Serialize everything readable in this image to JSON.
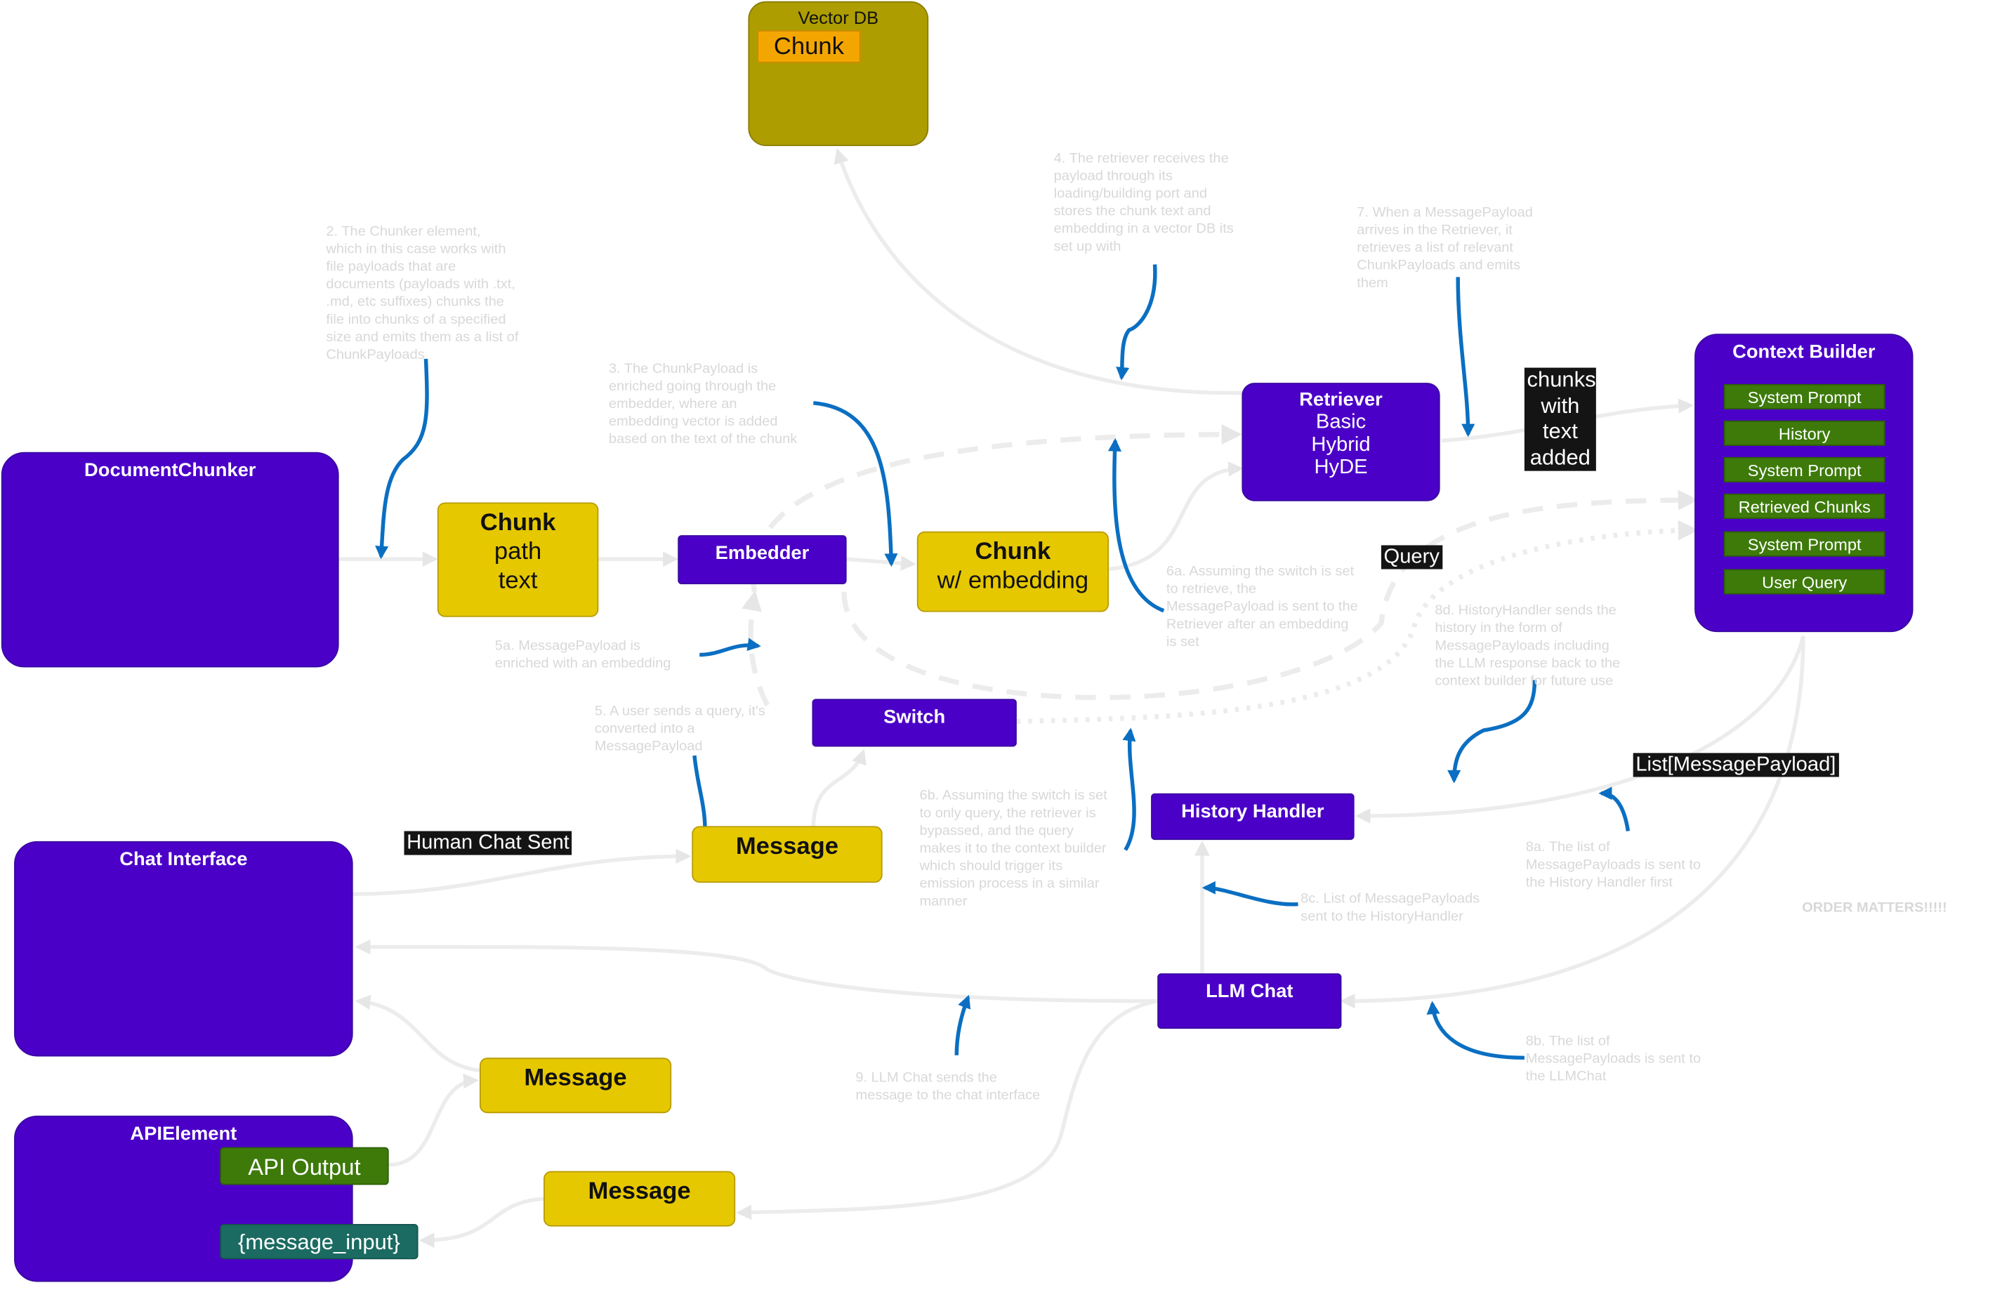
{
  "nodes": {
    "vector_db": {
      "title": "Vector DB",
      "chunk": "Chunk"
    },
    "document_chunker": {
      "title": "DocumentChunker"
    },
    "chunk_path": {
      "title": "Chunk",
      "line1": "path",
      "line2": "text"
    },
    "embedder": {
      "title": "Embedder"
    },
    "chunk_embedding": {
      "title": "Chunk",
      "line1": "w/ embedding"
    },
    "retriever": {
      "title": "Retriever",
      "line1": "Basic",
      "line2": "Hybrid",
      "line3": "HyDE"
    },
    "context_builder": {
      "title": "Context Builder",
      "items": [
        "System Prompt",
        "History",
        "System Prompt",
        "Retrieved Chunks",
        "System Prompt",
        "User Query"
      ]
    },
    "switch": {
      "title": "Switch"
    },
    "message_main": {
      "title": "Message"
    },
    "history_handler": {
      "title": "History Handler"
    },
    "chat_interface": {
      "title": "Chat Interface"
    },
    "llm_chat": {
      "title": "LLM Chat"
    },
    "message_chat": {
      "title": "Message"
    },
    "api_element": {
      "title": "APIElement",
      "output": "API Output",
      "input": "{message_input}"
    },
    "message_api": {
      "title": "Message"
    }
  },
  "labels": {
    "chunks_text": "chunks\nwith\ntext\nadded",
    "query": "Query",
    "human_chat_sent": "Human Chat Sent",
    "list_message_payload": "List[MessagePayload]"
  },
  "notes": {
    "n2": "2. The Chunker element,\nwhich in this case works with\nfile payloads that are\ndocuments (payloads with .txt,\n.md, etc suffixes) chunks the\nfile into chunks of a specified\nsize and emits them as a list of\nChunkPayloads",
    "n3": "3. The ChunkPayload is\nenriched going through the\nembedder, where an\nembedding vector is added\nbased on the text of the chunk",
    "n4": "4. The retriever receives the\npayload through its\nloading/building port and\nstores the chunk text and\nembedding in a vector DB its\nset up with",
    "n7": "7. When a MessagePayload\narrives in the Retriever, it\nretrieves a list of  relevant\nChunkPayloads and emits\nthem",
    "n6a": "6a. Assuming the switch is set\nto retrieve, the\nMessagePayload is sent to the\nRetriever after an embedding\nis set",
    "n8d": "8d. HistoryHandler sends the\nhistory in the form of\nMessagePayloads including\nthe LLM response back to the\ncontext builder for future use",
    "n5a": "5a. MessagePayload is\nenriched with an embedding",
    "n5": "5. A user sends a query, it's\nconverted into a\nMessagePayload",
    "n6b": "6b. Assuming the switch is set\nto only query, the retriever is\nbypassed, and the query\nmakes it to the context builder\nwhich should trigger its\nemission process in a similar\nmanner",
    "n8a": "8a. The list of\nMessagePayloads is sent to\nthe History Handler first",
    "order": "ORDER MATTERS!!!!!",
    "n8c": "8c. List of MessagePayloads\nsent to the HistoryHandler",
    "n9": "9. LLM Chat sends the\nmessage to the chat interface",
    "n8b": "8b. The list of\nMessagePayloads is sent to\nthe LLMChat"
  },
  "colors": {
    "element": "#4b00c8",
    "payload": "#e6c800",
    "vector_db": "#ad9d00",
    "context_item": "#3d7a0a",
    "annotation_arrow": "#0a6fc2",
    "flow_line": "#ececec"
  }
}
